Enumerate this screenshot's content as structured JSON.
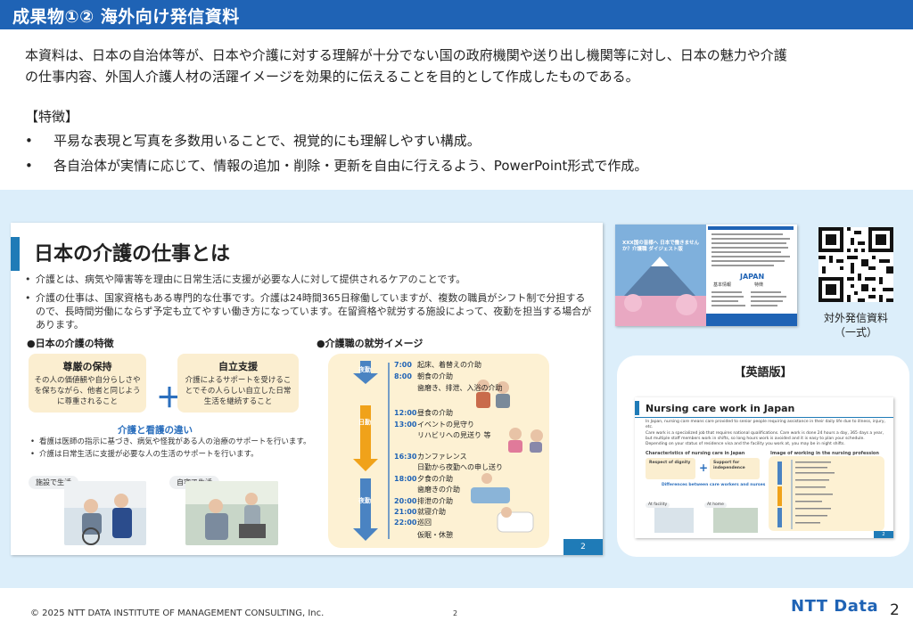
{
  "header": {
    "title": "成果物①② 海外向け発信資料"
  },
  "intro": {
    "line1": "本資料は、日本の自治体等が、日本や介護に対する理解が十分でない国の政府機関や送り出し機関等に対し、日本の魅力や介護",
    "line2": "の仕事内容、外国人介護人材の活躍イメージを効果的に伝えることを目的として作成したものである。"
  },
  "features": {
    "title": "【特徴】",
    "items": [
      "平易な表現と写真を多数用いることで、視覚的にも理解しやすい構成。",
      "各自治体が実情に応じて、情報の追加・削除・更新を自由に行えるよう、PowerPoint形式で作成。"
    ]
  },
  "slide": {
    "title": "日本の介護の仕事とは",
    "bullets": [
      "介護とは、病気や障害等を理由に日常生活に支援が必要な人に対して提供されるケアのことです。",
      "介護の仕事は、国家資格もある専門的な仕事です。介護は24時間365日稼働していますが、複数の職員がシフト制で分担するので、長時間労働にならず予定も立てやすい働き方になっています。在留資格や就労する施設によって、夜勤を担当する場合があります。"
    ],
    "features_head": "●日本の介護の特徴",
    "dignity": {
      "title": "尊厳の保持",
      "text": "その人の価値観や自分らしさやを保ちながら、他者と同じように尊重されること"
    },
    "independence": {
      "title": "自立支援",
      "text": "介護によるサポートを受けることでその人らしい自立した日常生活を継続すること"
    },
    "plus": "＋",
    "diff_title": "介護と看護の違い",
    "diff_items": [
      "看護は医師の指示に基づき、病気や怪我がある人の治療のサポートを行います。",
      "介護は日常生活に支援が必要な人の生活のサポートを行います。"
    ],
    "life_facility": "施設で生活",
    "life_home": "自宅で生活",
    "work_head": "●介護職の就労イメージ",
    "night_label": "夜勤",
    "day_label": "日勤",
    "schedule": [
      {
        "time": "7:00",
        "task": "起床、着替えの介助"
      },
      {
        "time": "8:00",
        "task": "朝食の介助"
      },
      {
        "time": "",
        "task": "歯磨き、排泄、入浴の介助"
      },
      {
        "time": "12:00",
        "task": "昼食の介助"
      },
      {
        "time": "13:00",
        "task": "イベントの見守り"
      },
      {
        "time": "",
        "task": "リハビリへの見送り 等"
      },
      {
        "time": "16:30",
        "task": "カンファレンス"
      },
      {
        "time": "",
        "task": "日勤から夜勤への申し送り"
      },
      {
        "time": "18:00",
        "task": "夕食の介助"
      },
      {
        "time": "",
        "task": "歯磨きの介助"
      },
      {
        "time": "20:00",
        "task": "排泄の介助"
      },
      {
        "time": "21:00",
        "task": "就寝介助"
      },
      {
        "time": "22:00",
        "task": "巡回"
      },
      {
        "time": "",
        "task": "仮眠・休憩"
      }
    ],
    "page": "2"
  },
  "digest": {
    "cover_title": "XXX国の皆様へ 日本で働きませんか？介護職 ダイジェスト版",
    "country": "JAPAN",
    "col1": "基本情報",
    "col2": "特徴"
  },
  "qr": {
    "caption1": "対外発信資料",
    "caption2": "（一式）"
  },
  "english": {
    "label": "【英語版】",
    "title": "Nursing care work in Japan",
    "text1": "In Japan, nursing care means care provided to senior people requiring assistance in their daily life due to illness, injury, etc.",
    "text2": "Care work is a specialized job that requires national qualifications. Care work is done 24 hours a day, 365 days a year, but multiple staff members work in shifts, so long hours work is avoided and it is easy to plan your schedule. Depending on your status of residence visa and the facility you work at, you may be in night shifts.",
    "head1": "Characteristics of nursing care in Japan",
    "head2": "Image of working in the nursing profession",
    "respect": "Respect of dignity",
    "support": "Support for independence",
    "diff": "Differences between care workers and nurses",
    "facility": "At facility",
    "home": "At home",
    "page": "2"
  },
  "footer": {
    "copyright": "© 2025 NTT DATA INSTITUTE OF MANAGEMENT CONSULTING, Inc.",
    "page": "2",
    "logo": "NTT Data",
    "slide_number": "2"
  }
}
